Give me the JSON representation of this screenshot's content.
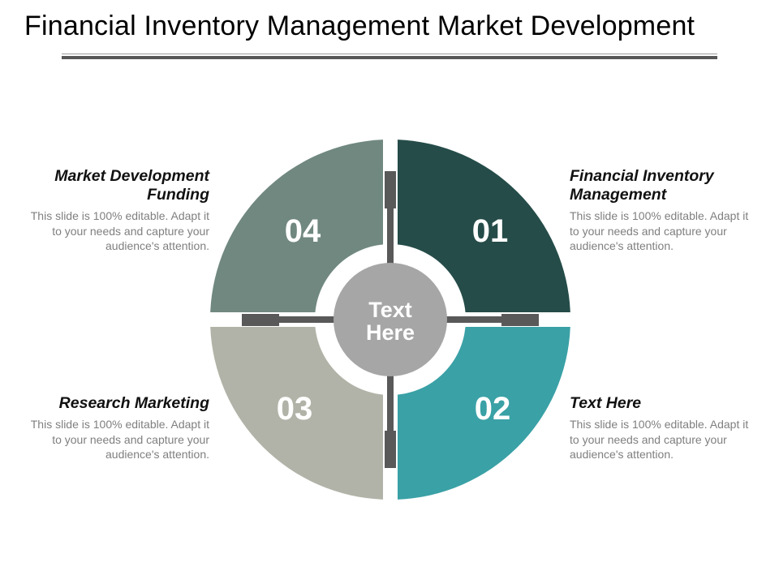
{
  "slide": {
    "title": "Financial Inventory Management Market Development"
  },
  "center": {
    "line1": "Text",
    "line2": "Here"
  },
  "segments": [
    {
      "number": "01",
      "color": "#254c49",
      "heading": "Financial Inventory Management",
      "body": "This slide is 100% editable. Adapt it to your needs and capture your audience's attention."
    },
    {
      "number": "02",
      "color": "#3aa1a6",
      "heading": "Text Here",
      "body": "This slide is 100% editable. Adapt it to your needs and capture your audience's attention."
    },
    {
      "number": "03",
      "color": "#b2b3a8",
      "heading": "Research Marketing",
      "body": "This slide is 100% editable. Adapt it to your needs and capture your audience's attention."
    },
    {
      "number": "04",
      "color": "#708880",
      "heading": "Market Development Funding",
      "body": "This slide is 100% editable. Adapt it to your needs and capture your audience's attention."
    }
  ],
  "colors": {
    "connector": "#595959",
    "center_circle": "#a6a6a6",
    "ring": "#ffffff",
    "number_text": "#ffffff",
    "center_text": "#ffffff"
  }
}
